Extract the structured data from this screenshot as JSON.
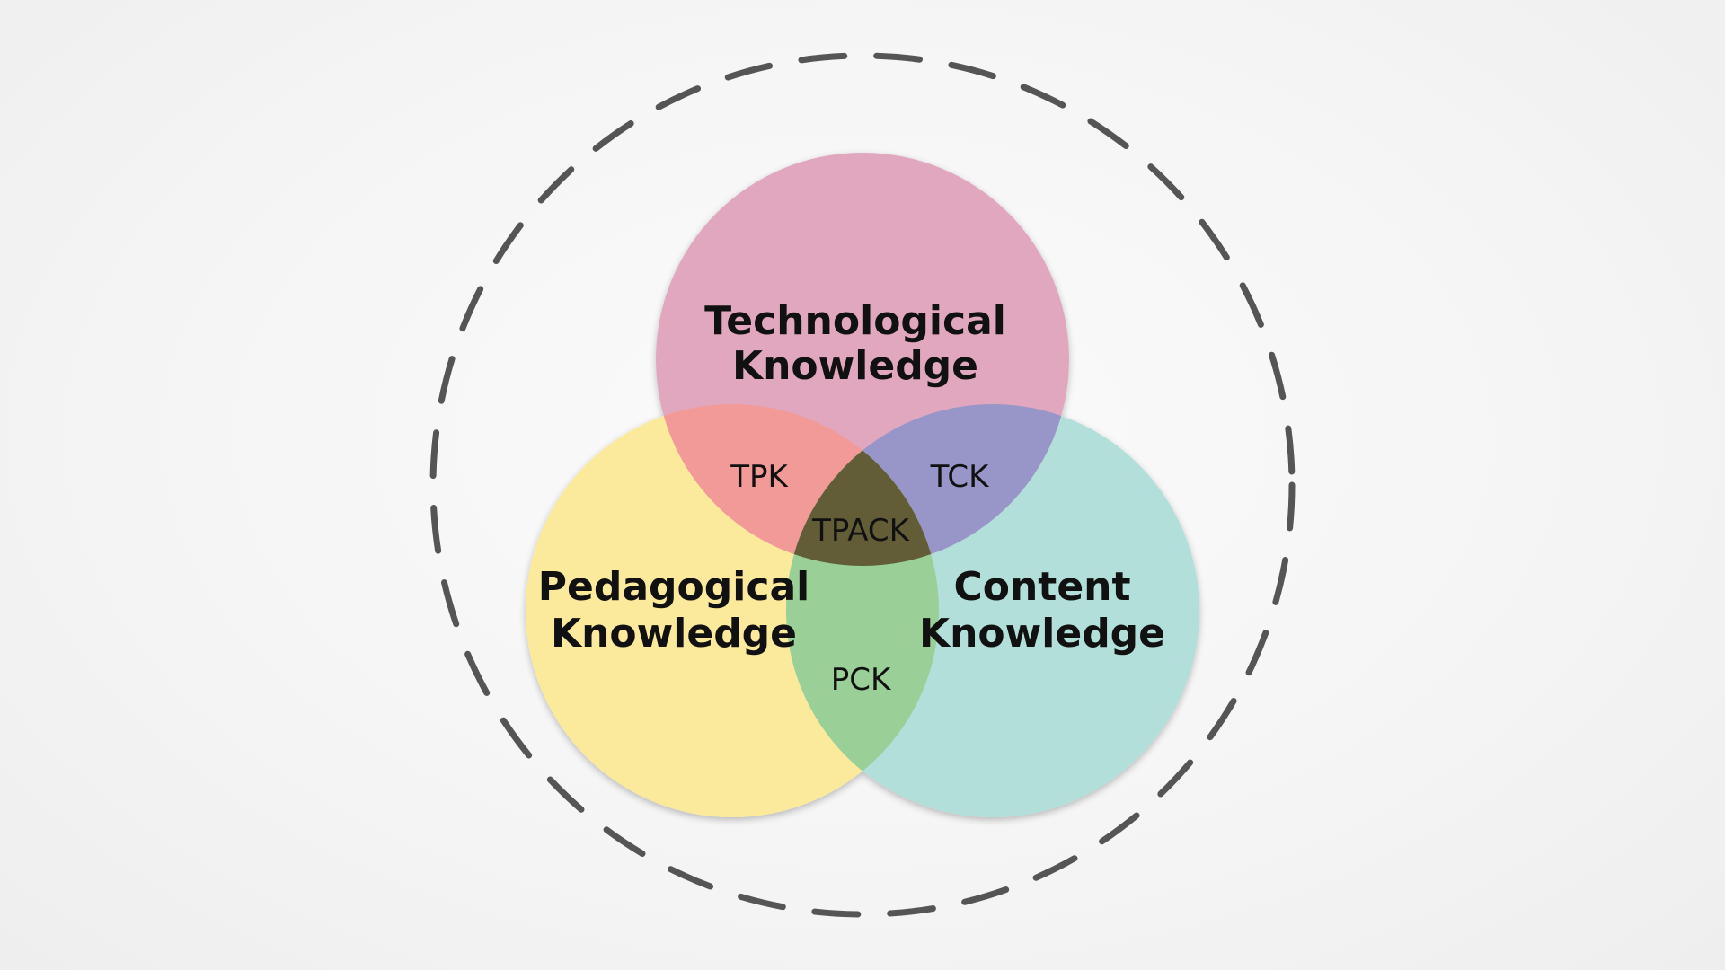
{
  "diagram": {
    "circles": {
      "technological": {
        "line1": "Technological",
        "line2": "Knowledge",
        "color": "#e0a7bf"
      },
      "pedagogical": {
        "line1": "Pedagogical",
        "line2": "Knowledge",
        "color": "#fbe99c"
      },
      "content": {
        "line1": "Content",
        "line2": "Knowledge",
        "color": "#b2dfda"
      }
    },
    "intersections": {
      "tpk": "TPK",
      "tck": "TCK",
      "pck": "PCK",
      "tpack": "TPACK"
    },
    "colors": {
      "tpk": "#f29a98",
      "tck": "#9896c8",
      "pck": "#9bcf98",
      "tpack": "#625d37",
      "dashed_outline": "#555555"
    }
  }
}
